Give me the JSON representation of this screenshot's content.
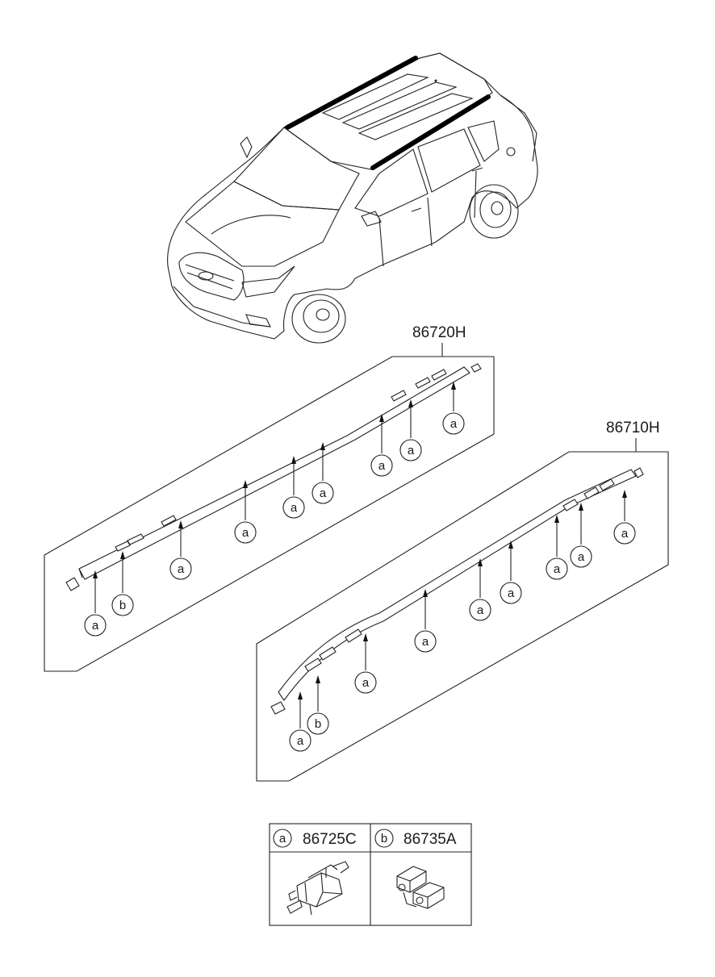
{
  "parts": {
    "roof_rack_left": {
      "number": "86720H"
    },
    "roof_rack_right": {
      "number": "86710H"
    }
  },
  "callouts": {
    "a": "a",
    "b": "b"
  },
  "legend": {
    "entries": [
      {
        "key": "a",
        "part_number": "86725C"
      },
      {
        "key": "b",
        "part_number": "86735A"
      }
    ]
  }
}
